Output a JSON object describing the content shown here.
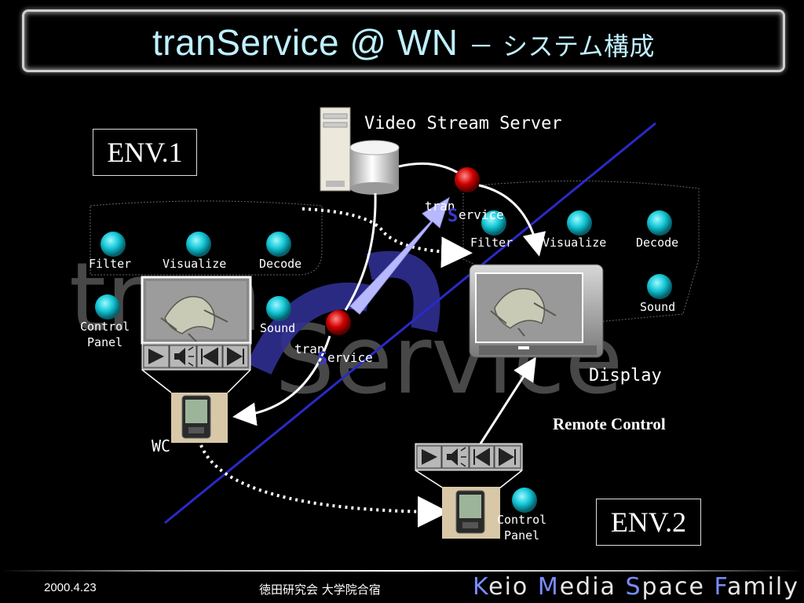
{
  "title": {
    "main": "tranService @ WN",
    "sub": "－ システム構成"
  },
  "watermark": "tranService",
  "server_label": "Video Stream Server",
  "env1": {
    "label": "ENV.1"
  },
  "env2": {
    "label": "ENV.2"
  },
  "env1_nodes": [
    "Filter",
    "Visualize",
    "Decode",
    "Sound"
  ],
  "env1_control": [
    "Control",
    "Panel"
  ],
  "env2_nodes": [
    "Filter",
    "Visualize",
    "Decode",
    "Sound"
  ],
  "env2_control": [
    "Control",
    "Panel"
  ],
  "transervice_label": {
    "pre": "tran",
    "s": "S",
    "post": "ervice"
  },
  "display_label": "Display",
  "remote_label": "Remote Control",
  "wc_label": "WC",
  "footer": {
    "date": "2000.4.23",
    "group": "徳田研究会 大学院合宿",
    "brand": [
      {
        "cap": "K",
        "rest": "eio "
      },
      {
        "cap": "M",
        "rest": "edia "
      },
      {
        "cap": "S",
        "rest": "pace "
      },
      {
        "cap": "F",
        "rest": "amily"
      }
    ]
  },
  "colors": {
    "title": "#bff0ff",
    "node": "#12c6d6",
    "transervice_node": "#d10000",
    "divider_line": "#2a2ac8",
    "arrow_big": "#b8b8ff",
    "watermark": "#5a5a5a"
  }
}
